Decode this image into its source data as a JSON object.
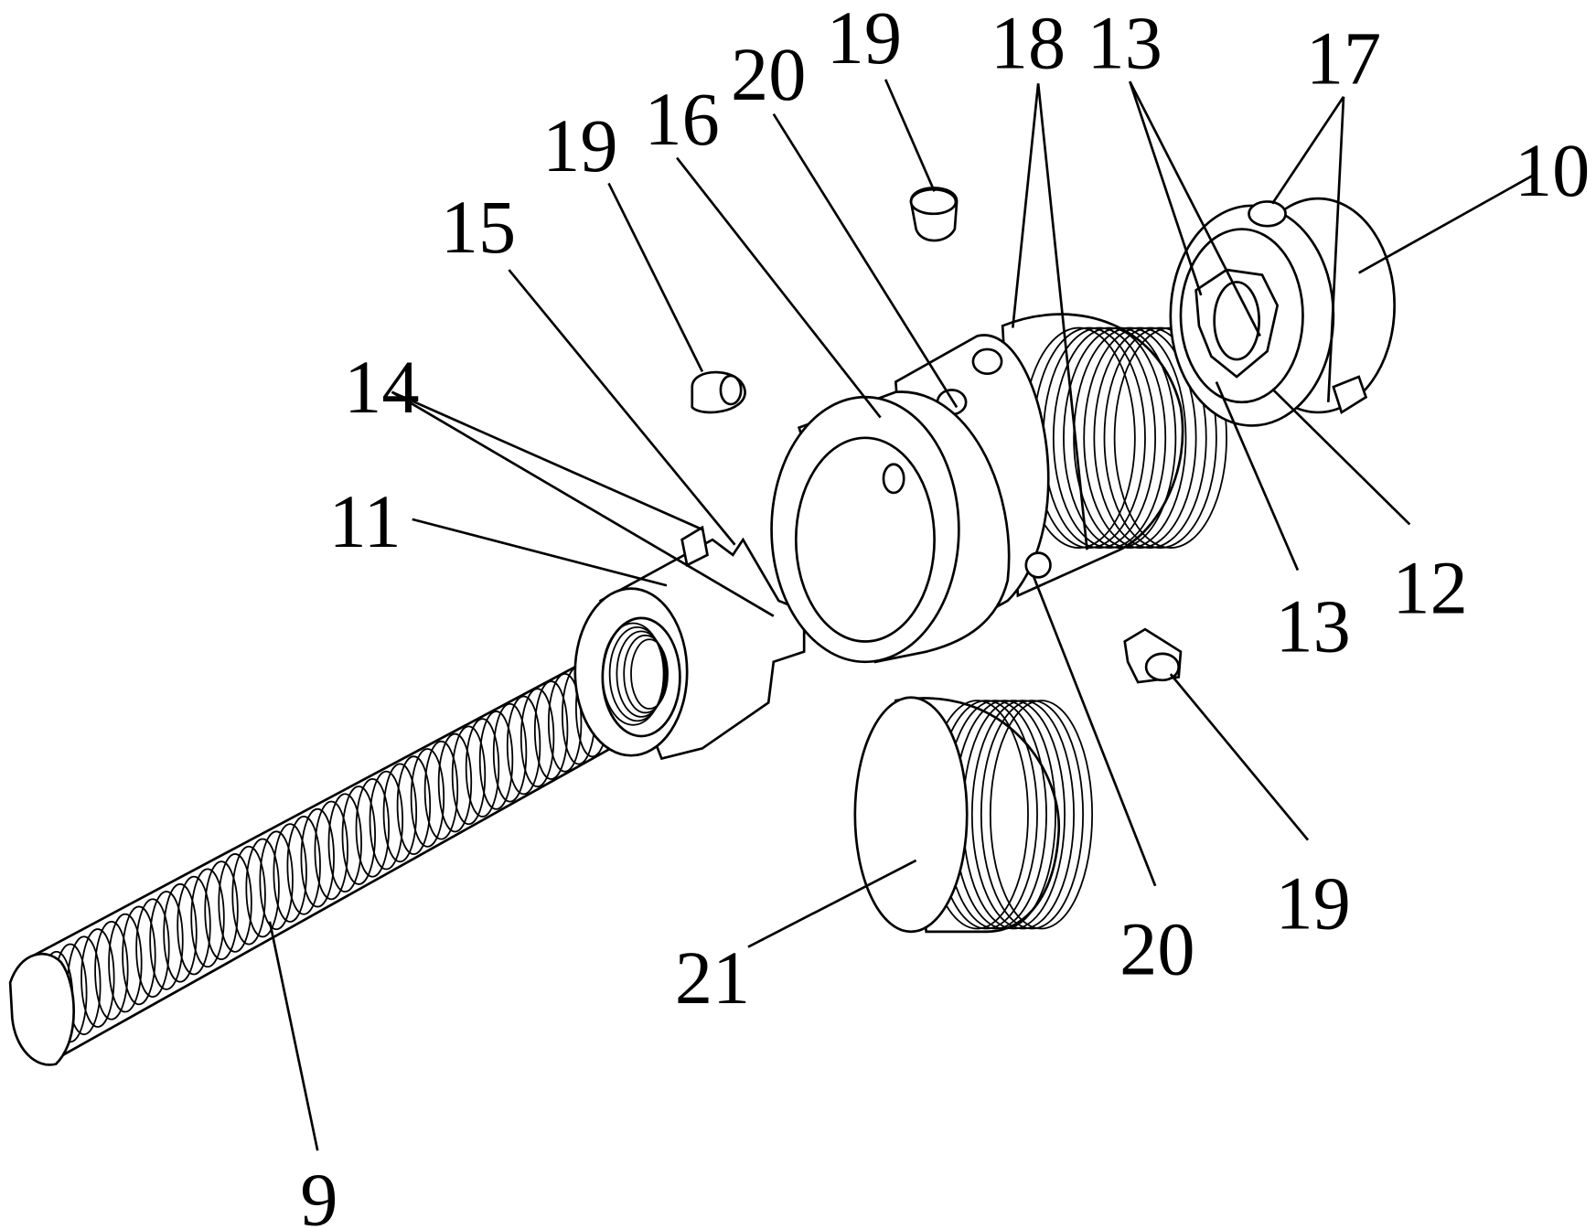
{
  "figure": {
    "type": "exploded-view patent drawing",
    "labels": {
      "part_9": "9",
      "part_10": "10",
      "part_11": "11",
      "part_12": "12",
      "part_13_top": "13",
      "part_13_bottom": "13",
      "part_14": "14",
      "part_15": "15",
      "part_16": "16",
      "part_17": "17",
      "part_18": "18",
      "part_19_top": "19",
      "part_19_left": "19",
      "part_19_bottom": "19",
      "part_20_top": "20",
      "part_20_bottom": "20",
      "part_21": "21"
    },
    "line_color": "#000000",
    "background": "#ffffff"
  }
}
